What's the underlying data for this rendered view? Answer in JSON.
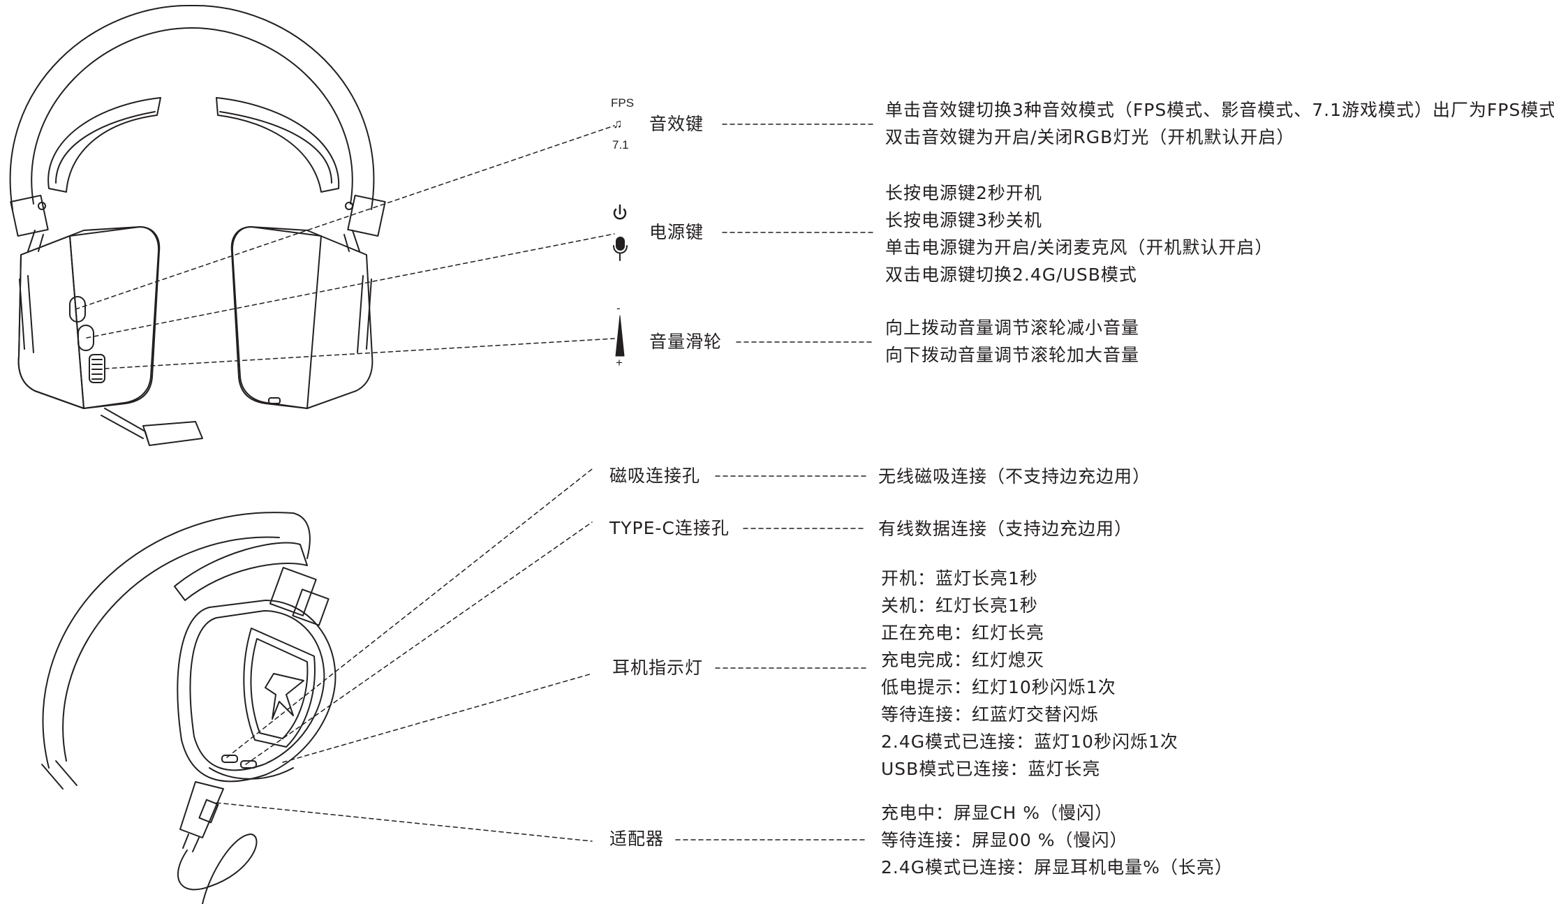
{
  "top": {
    "fps_icon": {
      "top": "FPS",
      "note": "♫",
      "bottom": "7.1"
    },
    "sound_key": {
      "label": "音效键",
      "lines": [
        "单击音效键切换3种音效模式（FPS模式、影音模式、7.1游戏模式）出厂为FPS模式",
        "双击音效键为开启/关闭RGB灯光（开机默认开启）"
      ]
    },
    "power_key": {
      "label": "电源键",
      "lines": [
        "长按电源键2秒开机",
        "长按电源键3秒关机",
        "单击电源键为开启/关闭麦克风（开机默认开启）",
        "双击电源键切换2.4G/USB模式"
      ]
    },
    "volume_wheel": {
      "label": "音量滑轮",
      "minus": "-",
      "plus": "+",
      "lines": [
        "向上拨动音量调节滚轮减小音量",
        "向下拨动音量调节滚轮加大音量"
      ]
    }
  },
  "bottom": {
    "magnetic_port": {
      "label": "磁吸连接孔",
      "lines": [
        "无线磁吸连接（不支持边充边用）"
      ]
    },
    "typec_port": {
      "label": "TYPE-C连接孔",
      "lines": [
        "有线数据连接（支持边充边用）"
      ]
    },
    "indicator": {
      "label": "耳机指示灯",
      "lines": [
        "开机：蓝灯长亮1秒",
        "关机：红灯长亮1秒",
        "正在充电：红灯长亮",
        "充电完成：红灯熄灭",
        "低电提示：红灯10秒闪烁1次",
        "等待连接：红蓝灯交替闪烁",
        "2.4G模式已连接：蓝灯10秒闪烁1次",
        "USB模式已连接：蓝灯长亮"
      ]
    },
    "adapter": {
      "label": "适配器",
      "lines": [
        "充电中：屏显CH %（慢闪）",
        "等待连接：屏显00 %（慢闪）",
        "2.4G模式已连接：屏显耳机电量%（长亮）"
      ]
    }
  }
}
